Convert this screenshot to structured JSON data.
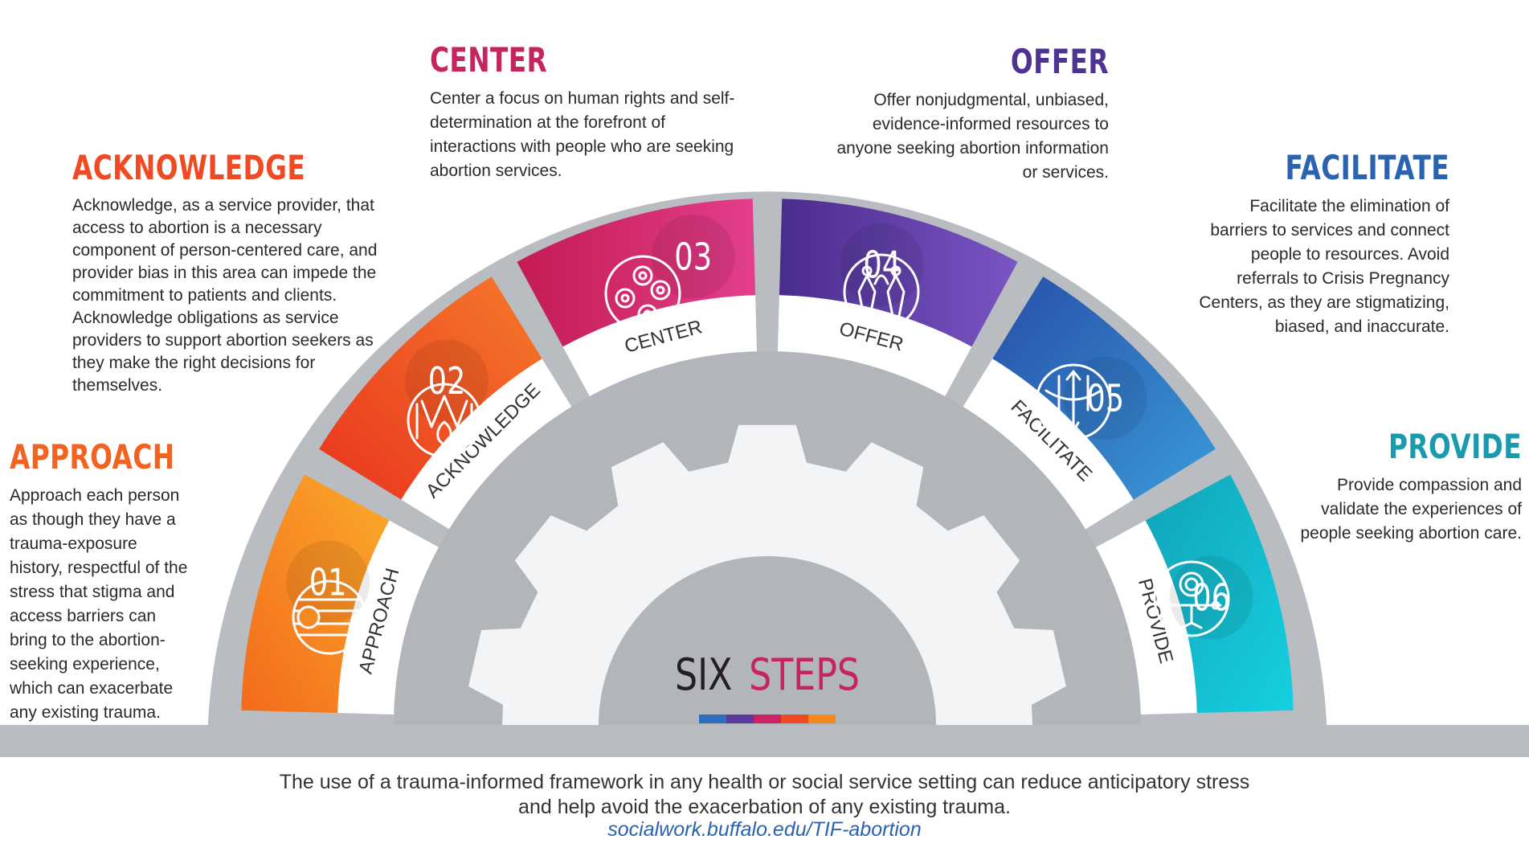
{
  "center_label": {
    "word1": "SIX",
    "word2": "STEPS"
  },
  "colors": {
    "approach": "#f5871f",
    "acknowledge": "#ef4a23",
    "center": "#cc2266",
    "offer": "#5b3a9e",
    "facilitate": "#2e6fc0",
    "provide": "#1aaec2",
    "ring_gray": "#b9bcc1",
    "gear_white": "#f3f4f5"
  },
  "steps": [
    {
      "number": "01",
      "segment_label": "APPROACH",
      "title": "APPROACH",
      "icon": "circle-lines-icon",
      "description": "Approach each person as though they have a trauma-exposure history, respectful of the stress that stigma and access barriers can bring to the abortion-seeking experience, which can exacerbate any existing trauma."
    },
    {
      "number": "02",
      "segment_label": "ACKNOWLEDGE",
      "title": "ACKNOWLEDGE",
      "icon": "crown-flame-icon",
      "description": "Acknowledge, as a service provider, that access to abortion is a necessary component of person-centered care, and provider bias in this area can impede the commitment to patients and clients.  Acknowledge obligations as service providers to support abortion seekers as they make the right decisions for themselves."
    },
    {
      "number": "03",
      "segment_label": "CENTER",
      "title": "CENTER",
      "icon": "four-circles-icon",
      "description": "Center a focus on human rights and self-determination at the forefront of interactions with people who are seeking abortion services."
    },
    {
      "number": "04",
      "segment_label": "OFFER",
      "title": "OFFER",
      "icon": "figures-icon",
      "description": "Offer nonjudgmental, unbiased, evidence-informed resources to anyone seeking abortion information or services."
    },
    {
      "number": "05",
      "segment_label": "FACILITATE",
      "title": "FACILITATE",
      "icon": "arrows-globe-icon",
      "description": "Facilitate the elimination of barriers to services and connect people to resources. Avoid referrals to Crisis Pregnancy Centers, as they are stigmatizing, biased, and inaccurate."
    },
    {
      "number": "06",
      "segment_label": "PROVIDE",
      "title": "PROVIDE",
      "icon": "balance-icon",
      "description": "Provide compassion and validate the experiences of people seeking abortion care."
    }
  ],
  "footer": {
    "line1": "The use of a trauma-informed framework in any health or social service setting can reduce anticipatory stress",
    "line2": "and help avoid the exacerbation of any existing trauma.",
    "link": "socialwork.buffalo.edu/TIF-abortion"
  }
}
